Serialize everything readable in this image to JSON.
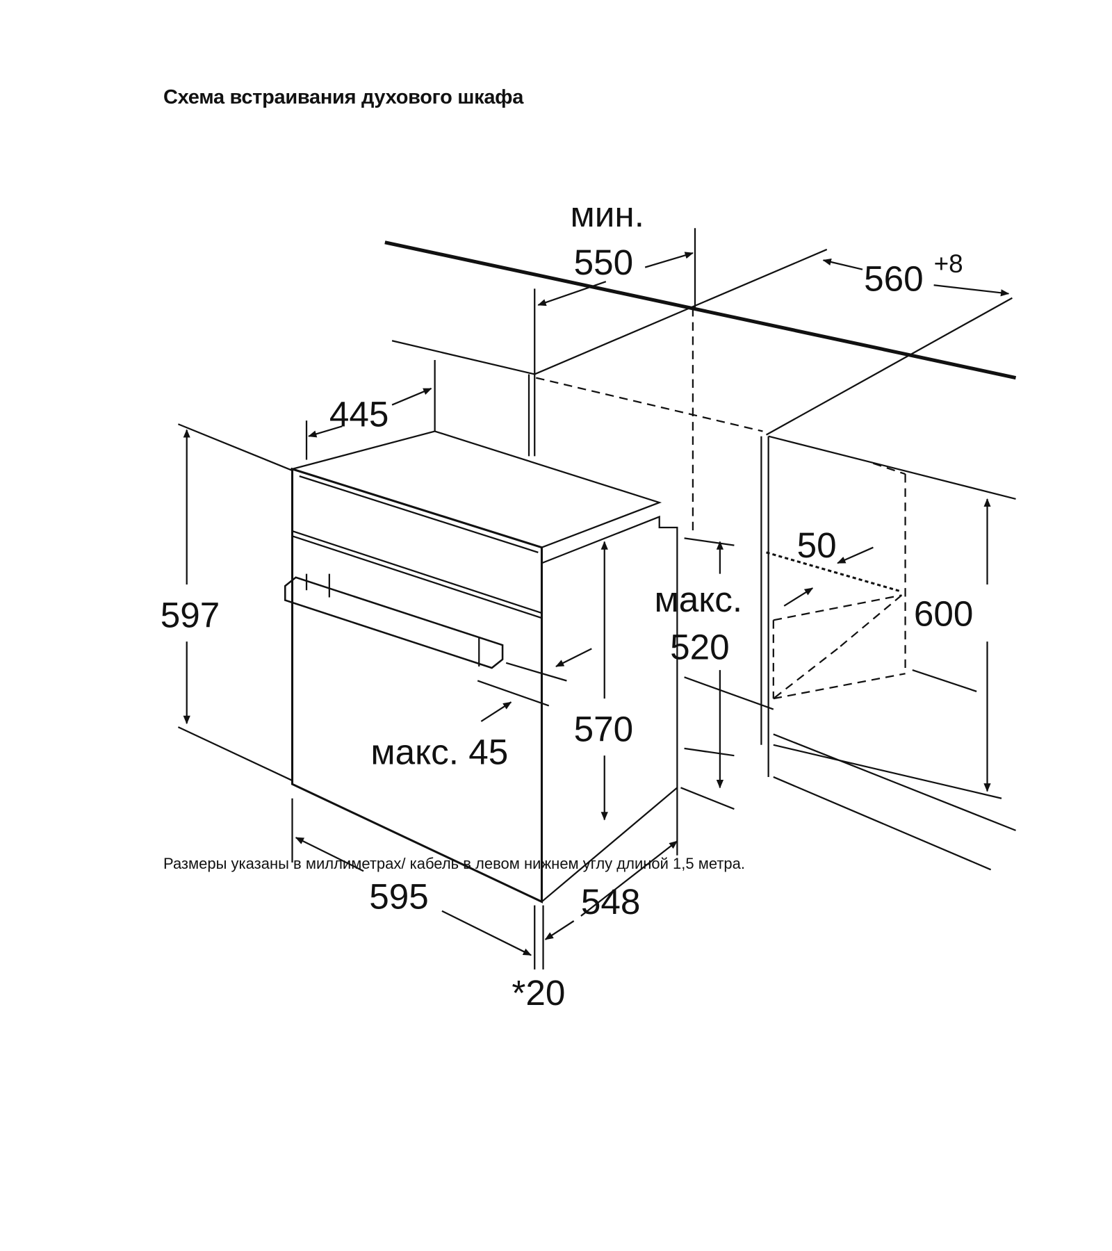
{
  "title": "Схема встраивания духового шкафа",
  "footer": "Размеры указаны в миллиметрах/ кабель в левом нижнем углу длиной 1,5 метра.",
  "dimensions": {
    "min_label": "мин.",
    "niche_depth": "550",
    "niche_width": "560",
    "niche_width_tolerance": "+8",
    "top_depth": "445",
    "oven_height": "597",
    "max45_label": "макс. 45",
    "inner_height": "570",
    "max_label": "макс.",
    "max_520": "520",
    "vent": "50",
    "niche_height": "600",
    "oven_width": "595",
    "oven_depth": "548",
    "front_offset": "*20"
  }
}
